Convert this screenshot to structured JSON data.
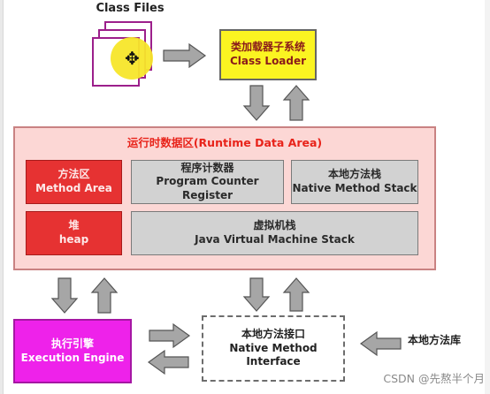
{
  "class_files": {
    "label": "Class Files"
  },
  "class_loader": {
    "line1": "类加载器子系统",
    "line2": "Class Loader"
  },
  "runtime_area": {
    "title": "运行时数据区(Runtime Data Area)",
    "method_area": {
      "line1": "方法区",
      "line2": "Method Area"
    },
    "pc_register": {
      "line1": "程序计数器",
      "line2": "Program Counter Register"
    },
    "native_method_stack": {
      "line1": "本地方法栈",
      "line2": "Native Method Stack"
    },
    "heap": {
      "line1": "堆",
      "line2": "heap"
    },
    "jvm_stack": {
      "line1": "虚拟机栈",
      "line2": "Java Virtual Machine Stack"
    }
  },
  "execution_engine": {
    "line1": "执行引擎",
    "line2": "Execution Engine"
  },
  "native_interface": {
    "line1": "本地方法接口",
    "line2": "Native Method",
    "line3": "Interface"
  },
  "native_library": {
    "label": "本地方法库"
  },
  "watermark": "CSDN @先熬半个月",
  "colors": {
    "class_loader": "#fbf421",
    "runtime_area": "#fcd7d5",
    "red_block": "#e63232",
    "grey_block": "#d2d2d2",
    "execution_engine": "#ee22ea",
    "arrow": "#a6a6a6"
  },
  "icons": [
    "class-files-stack-icon",
    "mouse-cursor-icon",
    "arrow-icon"
  ]
}
